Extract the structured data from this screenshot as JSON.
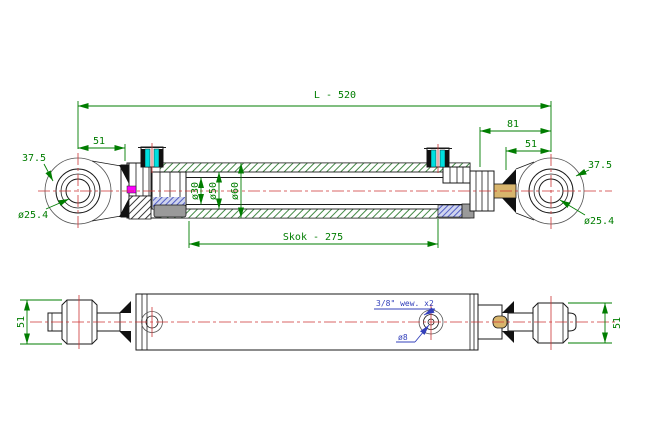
{
  "colors": {
    "dimension": "#007d00",
    "centerline": "#cc3333",
    "annotation": "#3340bb",
    "port_fill": "#00e0e0",
    "seal": "#ff00ff",
    "thread": "#d8b56c",
    "metal": "#9a9a9a",
    "hatch_green": "#2f7d32"
  },
  "side_view": {
    "dims": {
      "overall_length": "L - 520",
      "rod_end_offset": "81",
      "pin_right": "51",
      "pin_left": "51",
      "eye_left_width": "37.5",
      "eye_right_width": "37.5",
      "eye_left_bore": "ø25.4",
      "eye_right_bore": "ø25.4",
      "rod_dia": "ø30",
      "bore_dia": "ø50",
      "tube_dia": "ø60",
      "stroke": "Skok - 275"
    }
  },
  "plan_view": {
    "dims": {
      "eye_left_thickness": "51",
      "eye_right_thickness": "51"
    },
    "notes": {
      "port_thread": "3/8\" wew. x2",
      "port_hole": "ø8"
    }
  }
}
